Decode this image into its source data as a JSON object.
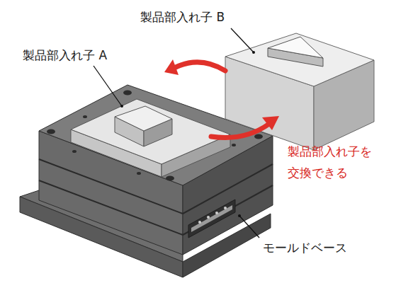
{
  "diagram": {
    "labels": [
      "製品部入れ子 B",
      "製品部入れ子 A",
      "製品部入れ子を 交換できる",
      "モールドベース"
    ]
  }
}
